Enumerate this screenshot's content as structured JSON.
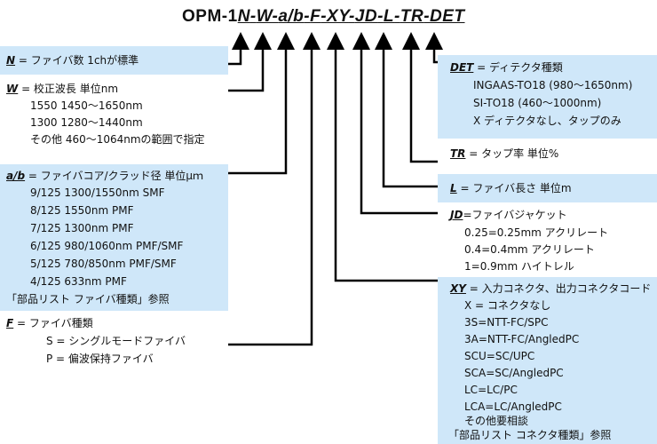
{
  "title": {
    "prefix": "OPM-1",
    "segments": [
      "N",
      "-",
      "W",
      "-",
      "a/b",
      "-",
      "F",
      "-",
      "XY",
      "-",
      "JD",
      "-",
      "L",
      "-",
      "TR",
      "-",
      "DET"
    ]
  },
  "left": {
    "N": {
      "key": "N",
      "text": " = ファイバ数 1chが標準"
    },
    "W": {
      "key": "W",
      "text": " = 校正波長 単位nm",
      "rows": [
        "1550 1450～1650nm",
        "1300 1280～1440nm",
        "その他 460～1064nmの範囲で指定"
      ]
    },
    "ab": {
      "key": "a/b",
      "text": " = ファイバコア/クラッド径 単位μｍ",
      "rows": [
        "9/125 1300/1550nm SMF",
        "8/125 1550nm PMF",
        "7/125 1300nm PMF",
        "6/125 980/1060nm PMF/SMF",
        "5/125 780/850nm PMF/SMF",
        "4/125 633nm PMF"
      ],
      "note": "「部品リスト ファイバ種類」参照"
    },
    "F": {
      "key": "F",
      "text": " = ファイバ種類",
      "rows": [
        "S = シングルモードファイバ",
        "P = 偏波保持ファイバ"
      ]
    }
  },
  "right": {
    "DET": {
      "key": "DET",
      "text": " = ディテクタ種類",
      "rows": [
        "INGAAS-TO18 (980～1650nm)",
        "SI-TO18 (460～1000nm)",
        "X ディテクタなし、タップのみ"
      ]
    },
    "TR": {
      "key": "TR",
      "text": " = タップ率 単位%"
    },
    "L": {
      "key": "L",
      "text": " = ファイバ長さ 単位m"
    },
    "JD": {
      "key": "JD",
      "text": "=ファイバジャケット",
      "rows": [
        "0.25=0.25mm アクリレート",
        "0.4=0.4mm アクリレート",
        "1=0.9mm ハイトレル"
      ]
    },
    "XY": {
      "key": "XY",
      "text": " = 入力コネクタ、出力コネクタコード",
      "rows": [
        "X = コネクタなし",
        "3S=NTT-FC/SPC",
        "3A=NTT-FC/AngledPC",
        "SCU=SC/UPC",
        "SCA=SC/AngledPC",
        "LC=LC/PC",
        "LCA=LC/AngledPC",
        "その他要相談"
      ],
      "note": "「部品リスト コネクタ種類」参照"
    }
  },
  "colors": {
    "box": "#cfe7f9",
    "line": "#000000"
  }
}
